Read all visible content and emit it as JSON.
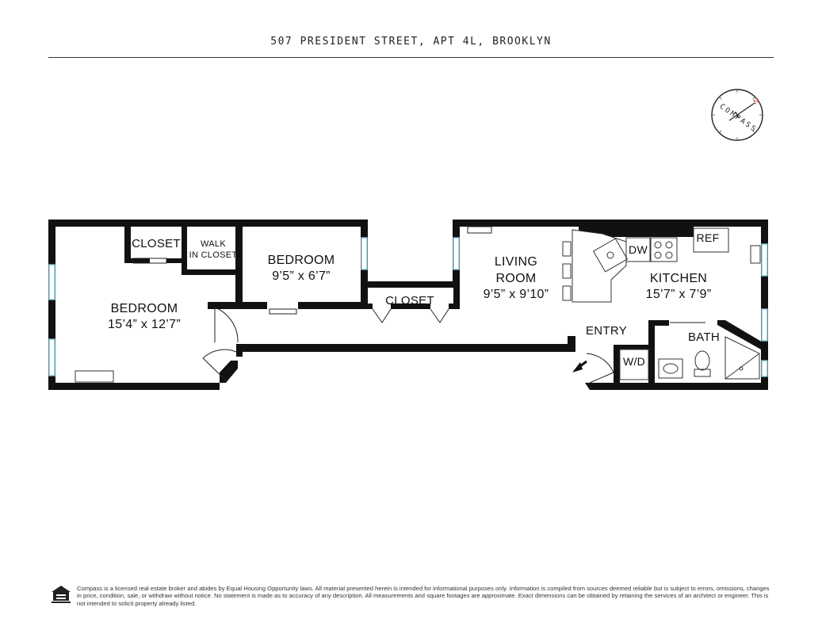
{
  "header": {
    "address": "507 PRESIDENT STREET, APT 4L, BROOKLYN"
  },
  "compass": {
    "label": "COMPASS",
    "north": "N"
  },
  "rooms": {
    "bedroom_main": {
      "name": "BEDROOM",
      "dims": "15’4” x 12’7”"
    },
    "closet_main": {
      "name": "CLOSET"
    },
    "walk_in_closet": {
      "line1": "WALK",
      "line2": "IN CLOSET"
    },
    "bedroom_second": {
      "name": "BEDROOM",
      "dims": "9’5” x 6’7”"
    },
    "hall_closet": {
      "name": "CLOSET"
    },
    "living_room": {
      "line1": "LIVING",
      "line2": "ROOM",
      "dims": "9’5” x 9’10”"
    },
    "kitchen": {
      "name": "KITCHEN",
      "dims": "15’7” x 7’9”"
    },
    "entry": {
      "name": "ENTRY"
    },
    "bath": {
      "name": "BATH"
    },
    "washer_dryer": {
      "name": "W/D"
    },
    "dishwasher": {
      "name": "DW"
    },
    "refrigerator": {
      "name": "REF"
    }
  },
  "footer": {
    "logo_icon": "equal-housing-opportunity-icon",
    "disclaimer": "Compass is a licensed real estate broker and abides by Equal Housing Opportunity laws. All material presented herein is intended for informational purposes only. Information is compiled from sources deemed reliable but is subject to errors, omissions, changes in price, condition, sale, or withdraw without notice. No statement is made as to accuracy of any description. All measurements and square footages are approximate. Exact dimensions can be obtained by retaining the services of an architect or engineer. This is not intended to solicit property already listed."
  },
  "colors": {
    "wall": "#111111",
    "window": "#7fc4d8",
    "text": "#1a1a1a"
  }
}
